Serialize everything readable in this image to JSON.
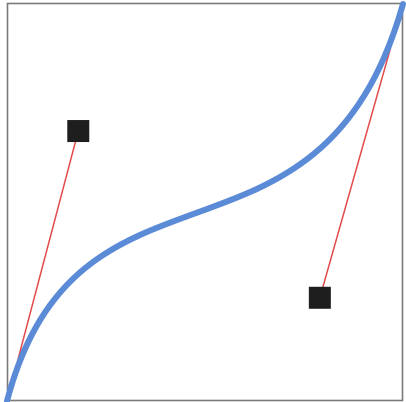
{
  "editor": {
    "name": "bezier-curve-editor",
    "curve": {
      "type": "cubic-bezier",
      "control_point_1": [
        0.18,
        0.68
      ],
      "control_point_2": [
        0.79,
        0.26
      ],
      "start_point": [
        0,
        0
      ],
      "end_point": [
        1,
        1
      ]
    },
    "colors": {
      "curve": "#5b8ad6",
      "handle_line": "#e24a4a",
      "handle_square": "#1e1e1e",
      "frame": "#7a7a7a",
      "background": "#ffffff"
    }
  }
}
